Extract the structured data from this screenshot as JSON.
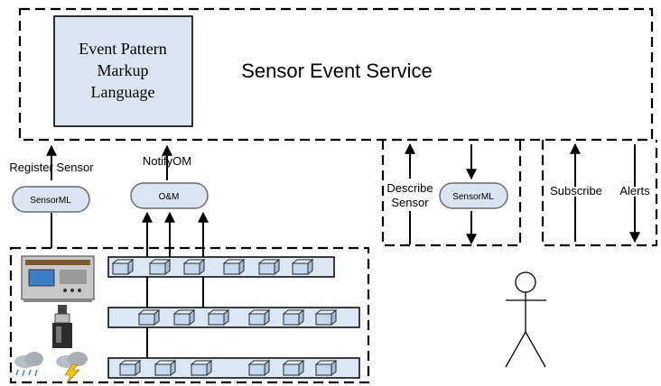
{
  "service": {
    "title": "Sensor Event Service"
  },
  "epml": {
    "lines": [
      "Event Pattern",
      "Markup",
      "Language"
    ]
  },
  "labels": {
    "register_sensor": "Register Sensor",
    "notify_om": "NotifyOM",
    "describe_sensor_1": "Describe",
    "describe_sensor_2": "Sensor",
    "subscribe": "Subscribe",
    "alerts": "Alerts"
  },
  "pills": {
    "sensorml_left": "SensorML",
    "om": "O&M",
    "sensorml_right": "SensorML"
  },
  "icons": {
    "instrument": "data-logger-device-icon",
    "sensor_probe": "sensor-probe-icon",
    "rain": "rain-cloud-icon",
    "lightning": "lightning-cloud-icon",
    "user": "stick-figure-user-icon"
  }
}
